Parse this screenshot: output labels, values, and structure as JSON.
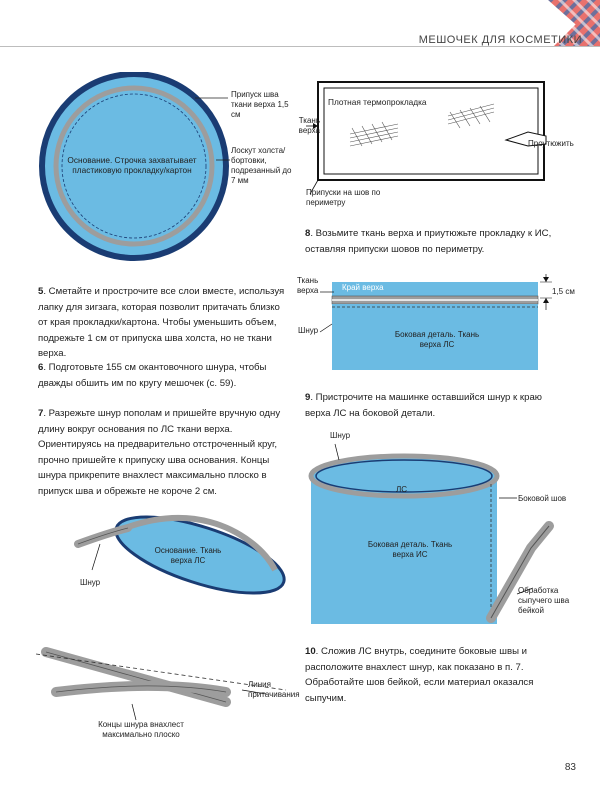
{
  "header": {
    "title": "МЕШОЧЕК ДЛЯ КОСМЕТИКИ"
  },
  "colors": {
    "fabric_blue": "#6bbbe3",
    "dark_blue": "#1a3c73",
    "stitch_gray": "#9d9d9d",
    "pink": "#e8716d"
  },
  "fig_circle": {
    "center_label": "Основание. Строчка захватывает пластиковую прокладку/картон",
    "label_allowance": "Припуск шва ткани верха 1,5 см",
    "label_canvas": "Лоскут холста/ бортовки, подрезанный до 7 мм"
  },
  "fig_rect": {
    "title": "Плотная термопрокладка",
    "label_fabric": "Ткань верха",
    "label_iron": "Проутюжить",
    "label_allowances": "Припуски на шов по периметру"
  },
  "step8": {
    "num": "8",
    "text": ". Возьмите ткань верха и приутюжьте прокладку к ИС, оставляя припуски шовов по периметру."
  },
  "step5": {
    "num": "5",
    "text": ". Сметайте и прострочите все слои вместе, используя лапку для зигзага, которая позволит притачать близко от края прокладки/картона. Чтобы уменьшить объем, подрежьте 1 см от припуска шва холста, но не ткани верха."
  },
  "step6": {
    "num": "6",
    "text": ". Подготовьте 155 см окантовочного шнура, чтобы дважды обшить им по кругу мешочек (с. 59)."
  },
  "step7": {
    "num": "7",
    "text": ". Разрежьте шнур пополам и пришейте вручную одну длину вокруг основания по ЛС ткани верха. Ориентируясь на предварительно отстроченный круг, прочно пришейте к припуску шва основания. Концы шнура прикрепите внахлест максимально плоско в припуск шва и обрежьте не короче 2 см."
  },
  "fig_side": {
    "label_fabric": "Ткань верха",
    "label_edge": "Край верха",
    "label_size": "1,5 см",
    "label_cord": "Шнур",
    "center": "Боковая деталь. Ткань верха ЛС"
  },
  "step9": {
    "num": "9",
    "text": ". Пристрочите на машинке оставшийся шнур к краю верха ЛС на боковой детали."
  },
  "fig_cyl": {
    "label_cord": "Шнур",
    "label_ls": "ЛС",
    "label_side_seam": "Боковой шов",
    "center": "Боковая деталь. Ткань верха ИС",
    "label_binding": "Обработка сыпучего шва бейкой"
  },
  "fig_base": {
    "center": "Основание. Ткань верха ЛС",
    "label_cord": "Шнур"
  },
  "fig_ends": {
    "label_line": "Линия притачивания",
    "label_ends": "Концы шнура внахлест максимально плоско"
  },
  "step10": {
    "num": "10",
    "text": ". Сложив ЛС внутрь, соедините боковые швы и расположите внахлест шнур, как показано в п. 7. Обработайте шов бейкой, если материал оказался сыпучим."
  },
  "page_number": "83"
}
